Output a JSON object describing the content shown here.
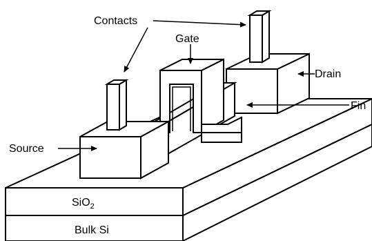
{
  "labels": {
    "contacts": "Contacts",
    "gate": "Gate",
    "drain": "Drain",
    "fin": "Fin",
    "source": "Source",
    "sio2": "SiO",
    "sio2_sub": "2",
    "bulk": "Bulk Si"
  },
  "colors": {
    "stroke": "#000000",
    "fill": "#ffffff"
  }
}
